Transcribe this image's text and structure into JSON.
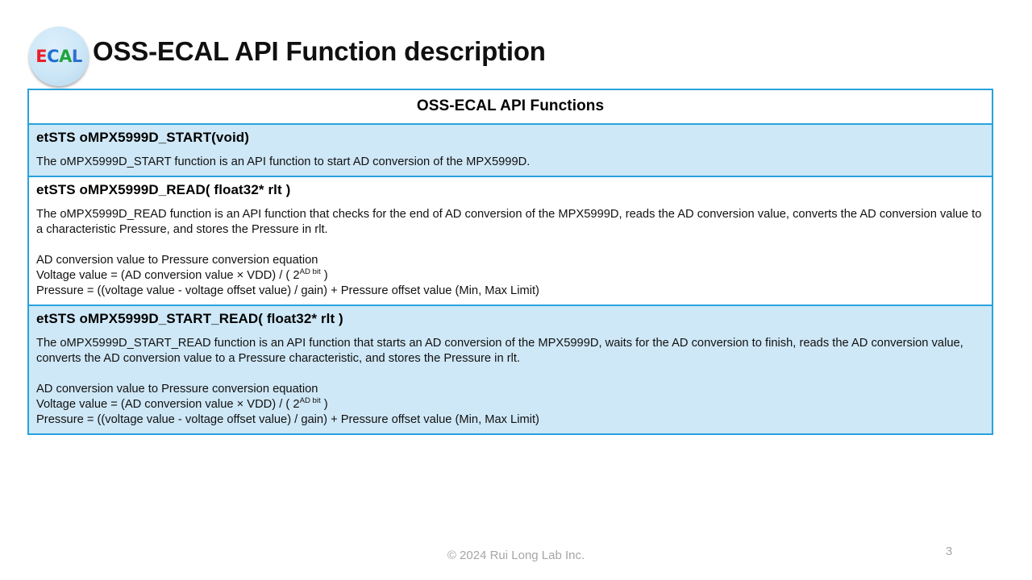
{
  "slide": {
    "title": "OSS-ECAL API Function description",
    "logo": {
      "letters": [
        "E",
        "C",
        "A",
        "L"
      ],
      "colors": [
        "#e8202a",
        "#1f6fd0",
        "#21a33c",
        "#2f6fd4"
      ],
      "background": "#cde7f7"
    },
    "theme": {
      "border_color": "#27a3dd",
      "row_shaded_fill": "#cfe8f7",
      "row_plain_fill": "#ffffff",
      "footer_text_color": "#a6a6a6"
    }
  },
  "table": {
    "header": "OSS-ECAL API Functions",
    "rows": [
      {
        "signature": "etSTS oMPX5999D_START(void)",
        "description": "The oMPX5999D_START function is an API function to start AD conversion of the MPX5999D.",
        "equation_heading": "",
        "equation_line1_prefix": "",
        "equation_line1_sup": "",
        "equation_line1_suffix": "",
        "equation_line2": "",
        "shaded": true
      },
      {
        "signature": "etSTS oMPX5999D_READ( float32* rlt )",
        "description": "The oMPX5999D_READ function is an API function that checks for the end of AD conversion of the MPX5999D, reads the AD conversion value, converts the AD conversion value to a characteristic Pressure, and stores the Pressure in rlt.",
        "equation_heading": "AD conversion value to Pressure conversion equation",
        "equation_line1_prefix": "Voltage value = (AD conversion value × VDD) / ( 2",
        "equation_line1_sup": "AD bit",
        "equation_line1_suffix": " )",
        "equation_line2": "Pressure = ((voltage value - voltage offset value) / gain) + Pressure offset value (Min, Max Limit)",
        "shaded": false
      },
      {
        "signature": "etSTS oMPX5999D_START_READ( float32* rlt )",
        "description": "The oMPX5999D_START_READ function is an API function that starts an AD conversion of the MPX5999D, waits for the AD conversion to finish, reads the AD conversion value, converts the AD conversion value to a Pressure characteristic, and stores the Pressure in rlt.",
        "equation_heading": "AD conversion value to Pressure conversion equation",
        "equation_line1_prefix": "Voltage value = (AD conversion value × VDD) / ( 2",
        "equation_line1_sup": "AD bit",
        "equation_line1_suffix": " )",
        "equation_line2": "Pressure = ((voltage value - voltage offset value) / gain) + Pressure offset value (Min, Max Limit)",
        "shaded": true
      }
    ]
  },
  "footer": {
    "copyright": "© 2024 Rui Long Lab Inc.",
    "page_number": "3"
  }
}
